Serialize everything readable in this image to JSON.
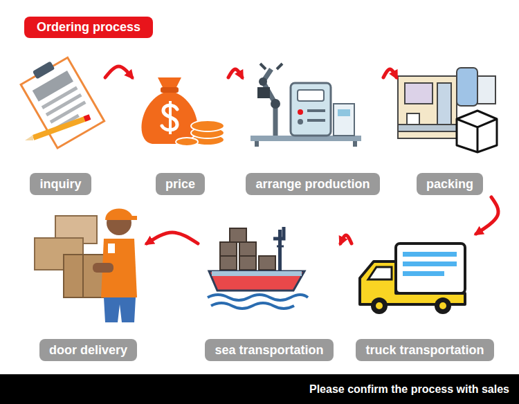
{
  "diagram": {
    "title": "Ordering process",
    "caption": "Please confirm the process with sales",
    "nodes": [
      {
        "text": [
          "inquiry"
        ]
      },
      {
        "text": [
          "price"
        ]
      },
      {
        "text": [
          "arrange production"
        ]
      },
      {
        "text": [
          "packing"
        ]
      },
      {
        "text": [
          "truck transportation"
        ]
      },
      {
        "text": [
          "sea transportation"
        ]
      },
      {
        "text": [
          "door delivery"
        ]
      }
    ],
    "edges": [
      {
        "from": 0,
        "to": 1,
        "arrow": "to"
      },
      {
        "from": 1,
        "to": 2,
        "arrow": "to"
      },
      {
        "from": 2,
        "to": 3,
        "arrow": "to"
      },
      {
        "from": 3,
        "to": 4,
        "arrow": "to"
      },
      {
        "from": 4,
        "to": 5,
        "arrow": "to"
      },
      {
        "from": 5,
        "to": 6,
        "arrow": "to"
      }
    ]
  }
}
